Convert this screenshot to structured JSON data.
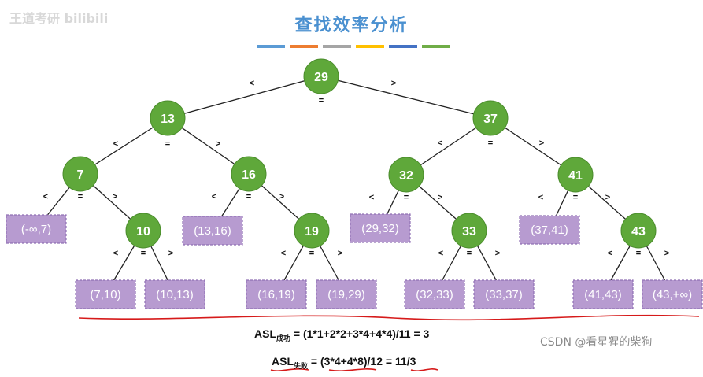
{
  "watermark": "王道考研 bilibili",
  "title": "查找效率分析",
  "accent_bars": [
    "#5b9bd5",
    "#ed7d31",
    "#a5a5a5",
    "#ffc000",
    "#4472c4",
    "#70ad47"
  ],
  "colors": {
    "node_fill": "#5fa83a",
    "node_text": "#ffffff",
    "leaf_fill": "#b79bd0",
    "leaf_border": "#9070b4",
    "leaf_text": "#ffffff",
    "edge": "#222222",
    "underline": "#d61a1a"
  },
  "nodes": [
    {
      "id": "n29",
      "label": "29"
    },
    {
      "id": "n13",
      "label": "13"
    },
    {
      "id": "n37",
      "label": "37"
    },
    {
      "id": "n7",
      "label": "7"
    },
    {
      "id": "n16",
      "label": "16"
    },
    {
      "id": "n32",
      "label": "32"
    },
    {
      "id": "n41",
      "label": "41"
    },
    {
      "id": "n10",
      "label": "10"
    },
    {
      "id": "n19",
      "label": "19"
    },
    {
      "id": "n33",
      "label": "33"
    },
    {
      "id": "n43",
      "label": "43"
    }
  ],
  "leaves": [
    {
      "id": "l1",
      "label": "(-∞,7)"
    },
    {
      "id": "l2",
      "label": "(13,16)"
    },
    {
      "id": "l3",
      "label": "(29,32)"
    },
    {
      "id": "l4",
      "label": "(37,41)"
    },
    {
      "id": "l5",
      "label": "(7,10)"
    },
    {
      "id": "l6",
      "label": "(10,13)"
    },
    {
      "id": "l7",
      "label": "(16,19)"
    },
    {
      "id": "l8",
      "label": "(19,29)"
    },
    {
      "id": "l9",
      "label": "(32,33)"
    },
    {
      "id": "l10",
      "label": "(33,37)"
    },
    {
      "id": "l11",
      "label": "(41,43)"
    },
    {
      "id": "l12",
      "label": "(43,+∞)"
    }
  ],
  "symbols": {
    "lt": "<",
    "gt": ">",
    "eq": "="
  },
  "formula_success": {
    "prefix": "ASL",
    "sub": "成功",
    "expr": " = (1*1+2*2+3*4+4*4)/11 = 3"
  },
  "formula_fail": {
    "prefix": "ASL",
    "sub": "失败",
    "expr": " = (3*4+4*8)/12 = 11/3"
  },
  "credit": "CSDN @看星猩的柴狗"
}
